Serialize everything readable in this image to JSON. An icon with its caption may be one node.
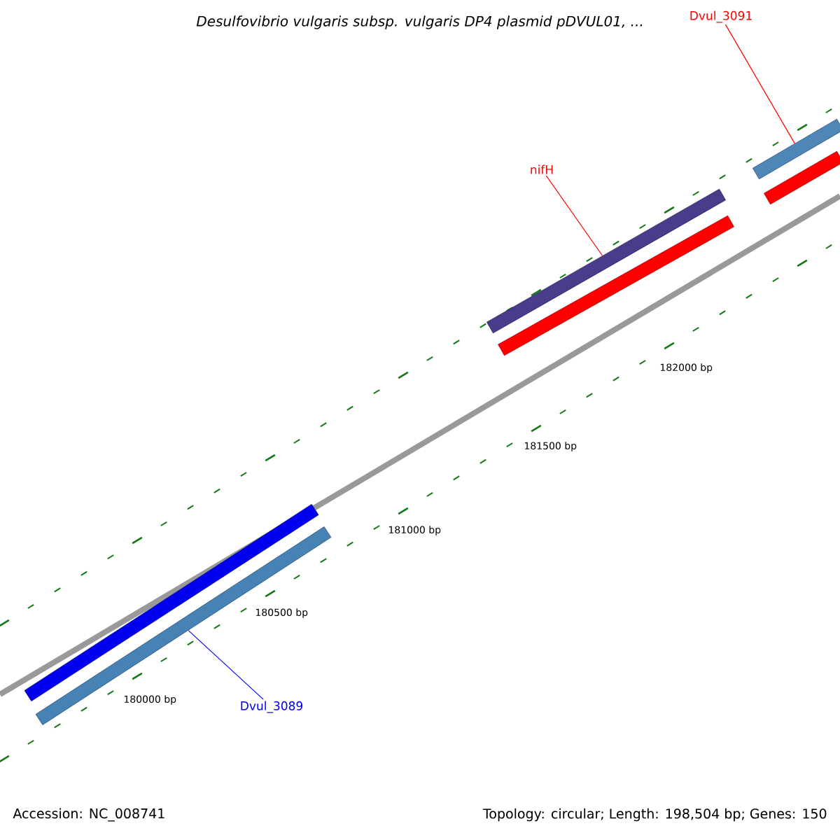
{
  "diagram": {
    "title": "Desulfovibrio vulgaris subsp. vulgaris DP4 plasmid pDVUL01, ...",
    "nodes": [
      {
        "text": [
          "Dvul_3091"
        ]
      },
      {
        "text": [],
        "shape": "bar"
      },
      {
        "text": [
          "nifH"
        ]
      },
      {
        "text": [],
        "shape": "bar"
      },
      {
        "text": [
          "Dvul_3089"
        ]
      },
      {
        "text": [],
        "shape": "bar"
      }
    ],
    "edges": [
      {
        "from": 0,
        "to": 1,
        "arrow": "none"
      },
      {
        "from": 2,
        "to": 3,
        "arrow": "none"
      },
      {
        "from": 4,
        "to": 5,
        "arrow": "none",
        "color": "#0000ff"
      }
    ],
    "labels": [
      "182000 bp",
      "181500 bp",
      "181000 bp",
      "180500 bp",
      "180000 bp",
      "Accession: NC_008741",
      "Topology: circular; Length: 198,504 bp; Genes: 150"
    ]
  }
}
